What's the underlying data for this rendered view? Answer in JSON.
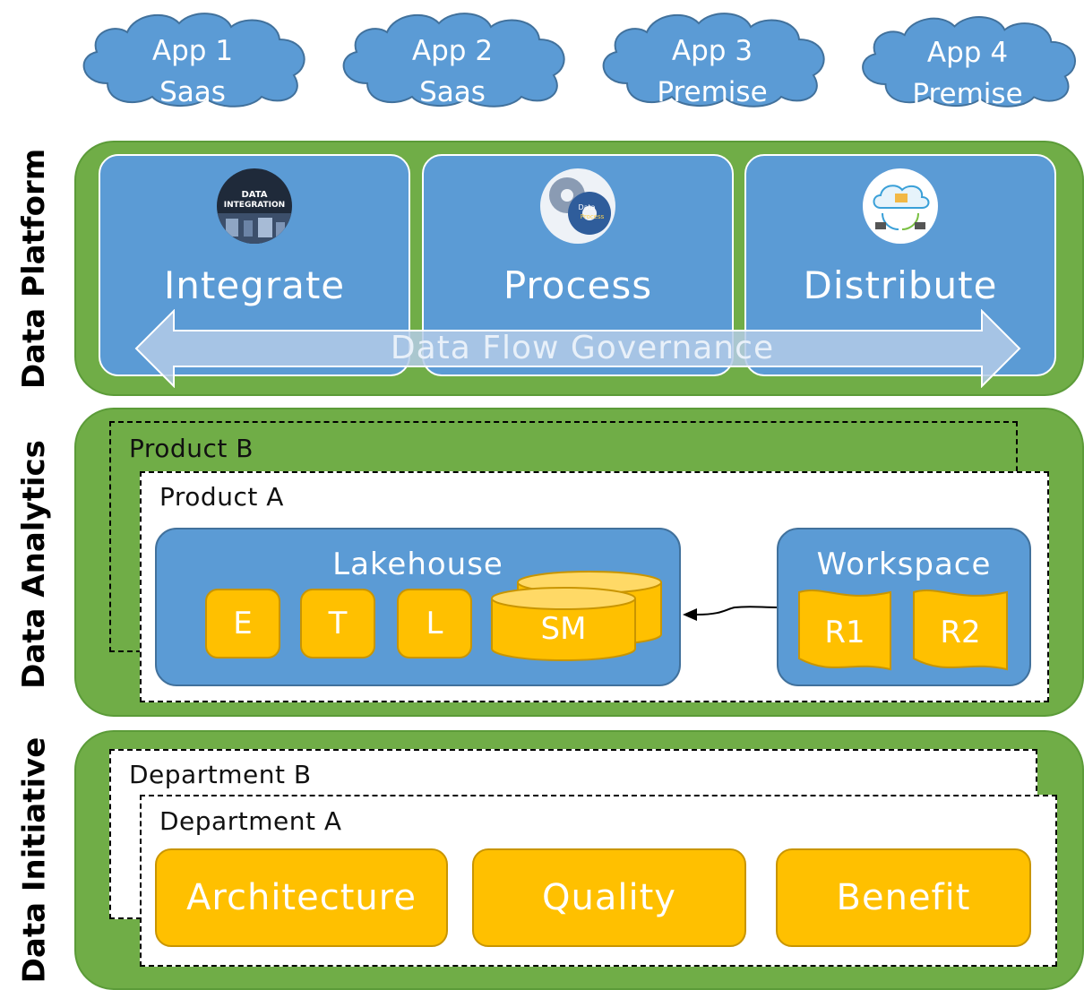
{
  "apps": [
    {
      "line1": "App 1",
      "line2": "Saas"
    },
    {
      "line1": "App 2",
      "line2": "Saas"
    },
    {
      "line1": "App 3",
      "line2": "Premise"
    },
    {
      "line1": "App 4",
      "line2": "Premise"
    }
  ],
  "side_labels": {
    "platform": "Data Platform",
    "analytics": "Data Analytics",
    "initiative": "Data Initiative"
  },
  "platform": {
    "boxes": [
      {
        "label": "Integrate",
        "icon_name": "data-integration-icon",
        "icon_text": [
          "DATA",
          "INTEGRATION"
        ]
      },
      {
        "label": "Process",
        "icon_name": "gears-icon",
        "icon_text": [
          "Data",
          "Process"
        ]
      },
      {
        "label": "Distribute",
        "icon_name": "cloud-folder-icon"
      }
    ],
    "flow_label": "Data Flow Governance"
  },
  "analytics": {
    "product_b": "Product B",
    "product_a": "Product A",
    "lakehouse": {
      "title": "Lakehouse",
      "steps": [
        "E",
        "T",
        "L"
      ],
      "model": "SM"
    },
    "workspace": {
      "title": "Workspace",
      "reports": [
        "R1",
        "R2"
      ]
    }
  },
  "initiative": {
    "department_b": "Department B",
    "department_a": "Department A",
    "items": [
      "Architecture",
      "Quality",
      "Benefit"
    ]
  },
  "colors": {
    "green": "#70ad47",
    "blue": "#5b9bd5",
    "yellow": "#ffc000",
    "cloud": "#5b9bd5"
  }
}
